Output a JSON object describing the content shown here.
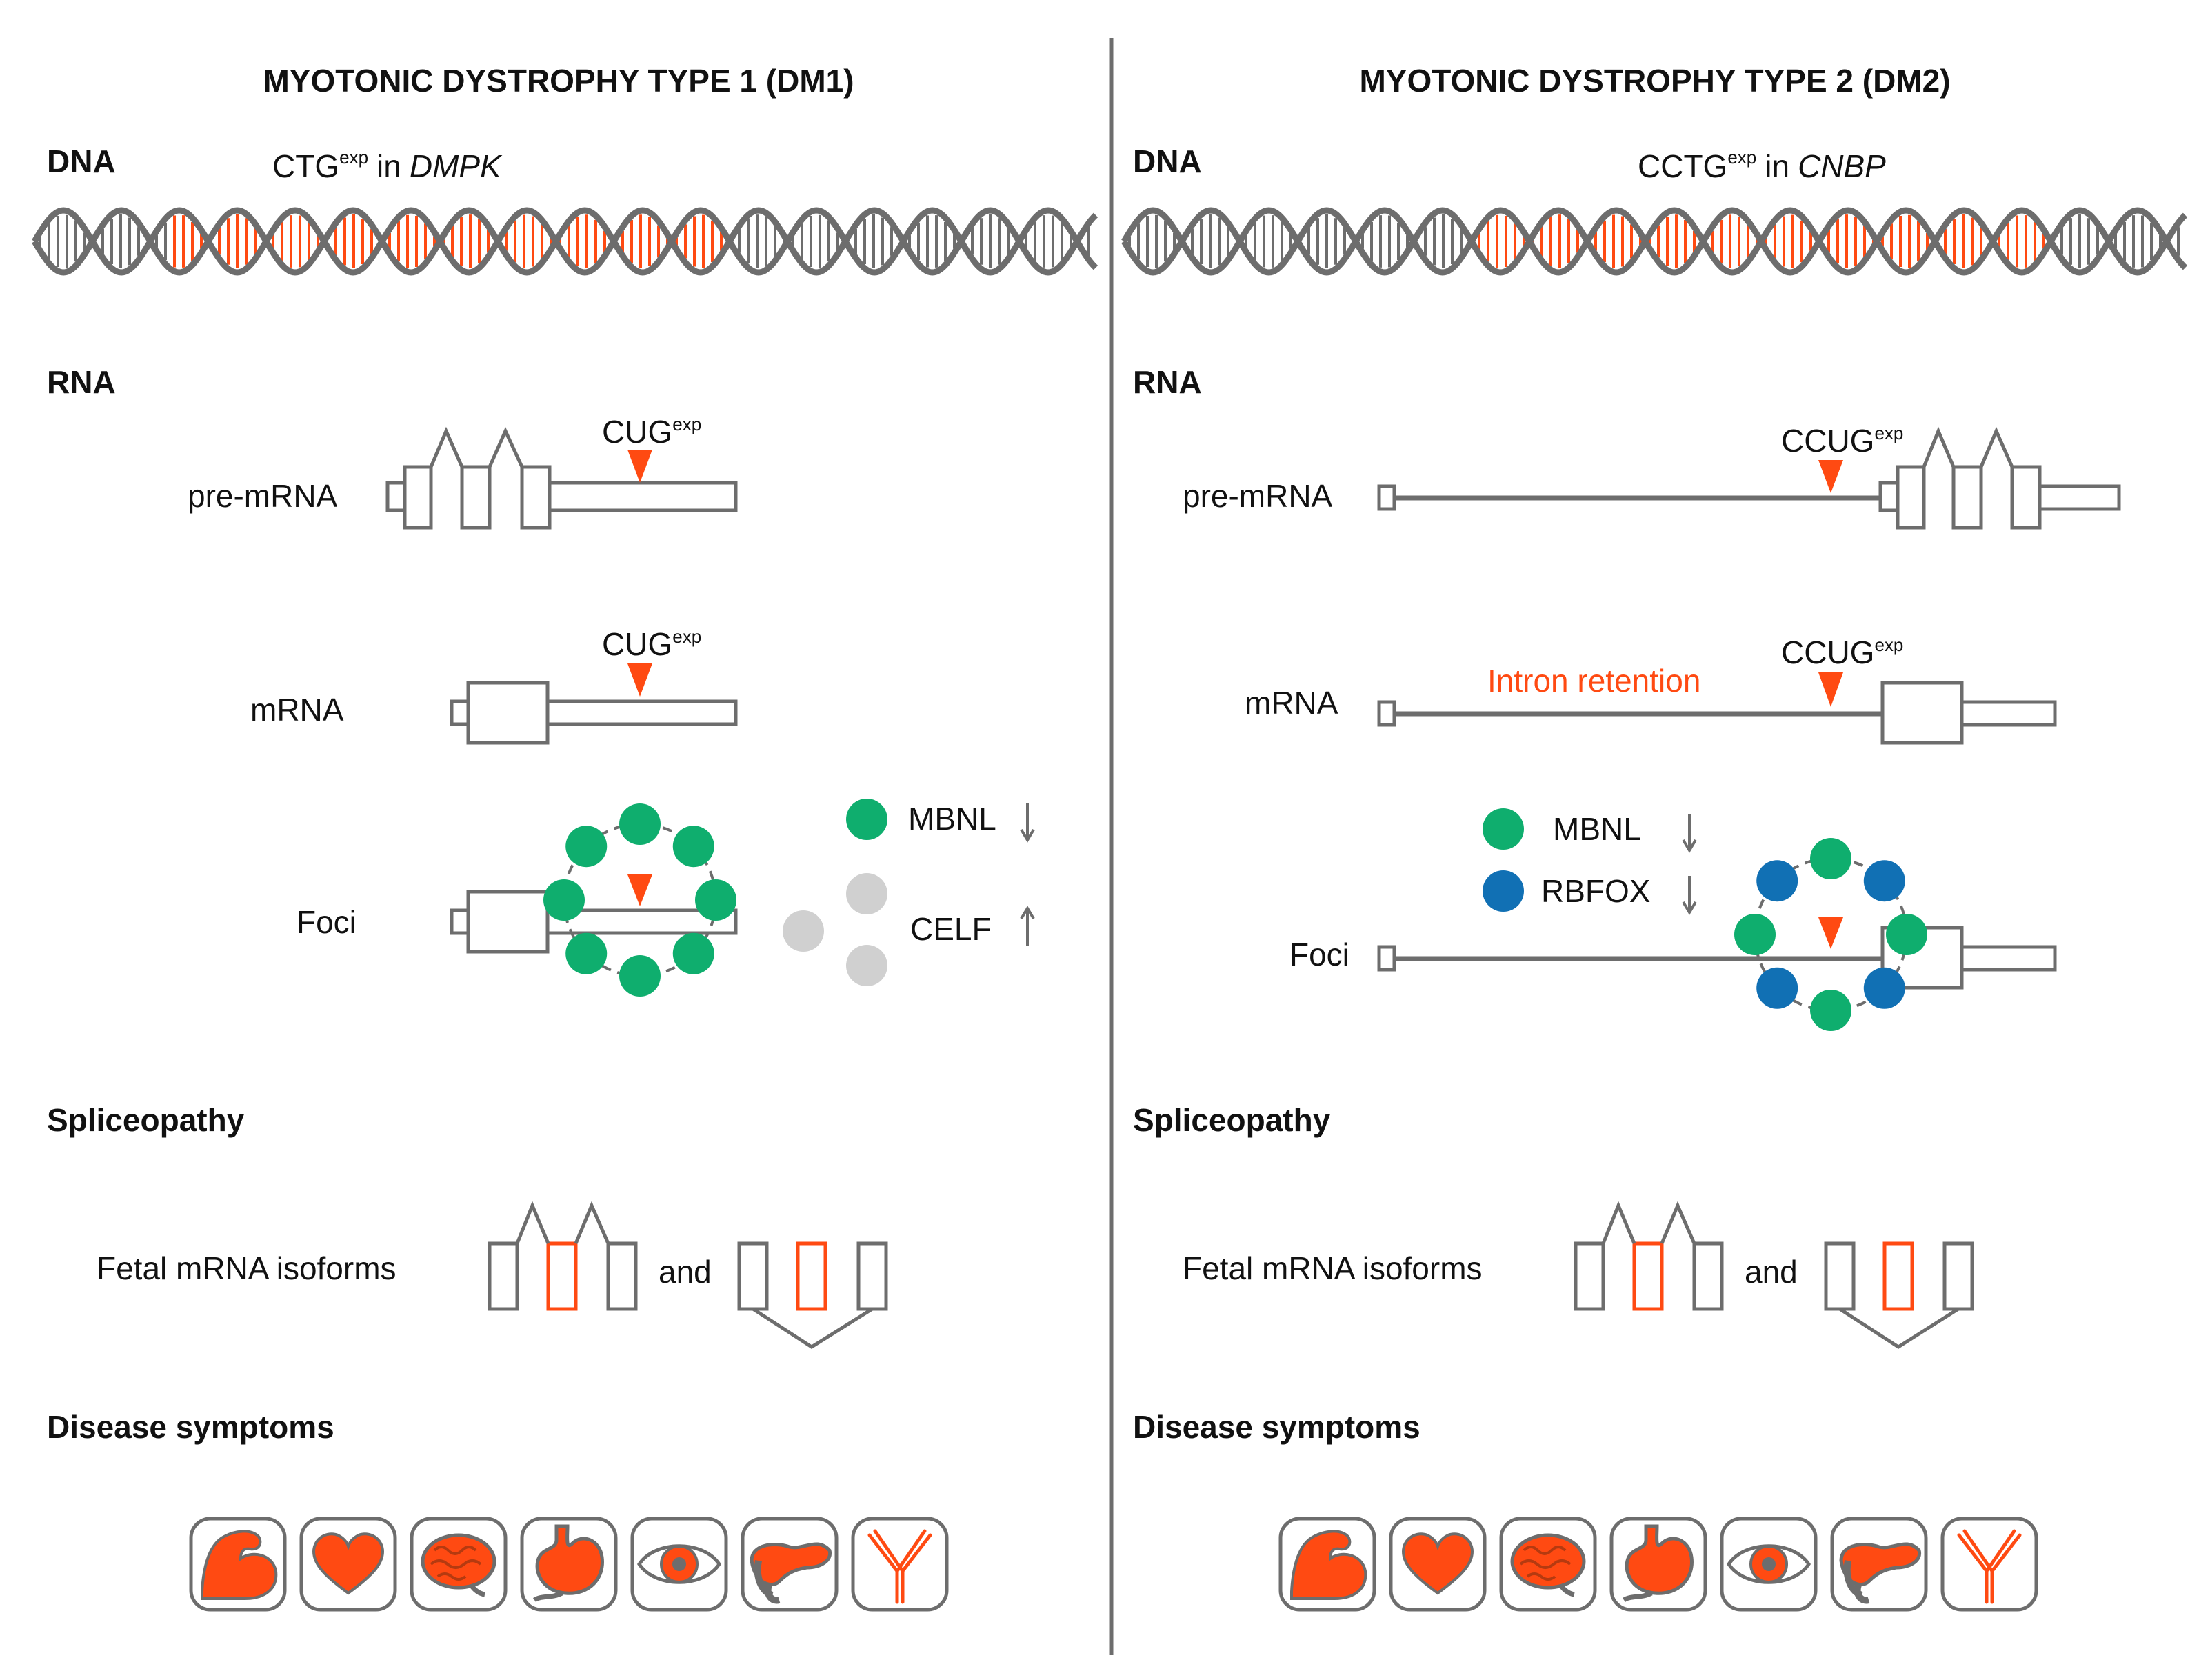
{
  "dm1": {
    "title": "MYOTONIC DYSTROPHY TYPE 1 (DM1)",
    "dna_heading": "DNA",
    "repeat_base": "CTG",
    "repeat_sup": "exp",
    "repeat_in": "in",
    "gene": "DMPK",
    "rna_heading": "RNA",
    "pre_mrna_label": "pre-mRNA",
    "mrna_label": "mRNA",
    "foci_label": "Foci",
    "rna_repeat": "CUG",
    "rna_repeat_sup": "exp",
    "mbnl": "MBNL",
    "celf": "CELF",
    "spliceopathy_heading": "Spliceopathy",
    "fetal_label": "Fetal mRNA isoforms",
    "and": "and",
    "symptoms_heading": "Disease symptoms"
  },
  "dm2": {
    "title": "MYOTONIC DYSTROPHY TYPE 2 (DM2)",
    "dna_heading": "DNA",
    "repeat_base": "CCTG",
    "repeat_sup": "exp",
    "repeat_in": "in",
    "gene": "CNBP",
    "rna_heading": "RNA",
    "pre_mrna_label": "pre-mRNA",
    "mrna_label": "mRNA",
    "foci_label": "Foci",
    "rna_repeat": "CCUG",
    "rna_repeat_sup": "exp",
    "intron_retention": "Intron retention",
    "mbnl": "MBNL",
    "rbfox": "RBFOX",
    "spliceopathy_heading": "Spliceopathy",
    "fetal_label": "Fetal mRNA isoforms",
    "and": "and",
    "symptoms_heading": "Disease symptoms"
  },
  "symptom_icons": [
    "muscle-icon",
    "heart-icon",
    "brain-icon",
    "stomach-icon",
    "eye-icon",
    "pancreas-icon",
    "antibody-icon"
  ],
  "colors": {
    "repeat_red": "#ff4a12",
    "mbnl_green": "#0fae6e",
    "rbfox_blue": "#1170b4",
    "celf_gray": "#d0d0d0",
    "outline_gray": "#6d6d6d"
  }
}
